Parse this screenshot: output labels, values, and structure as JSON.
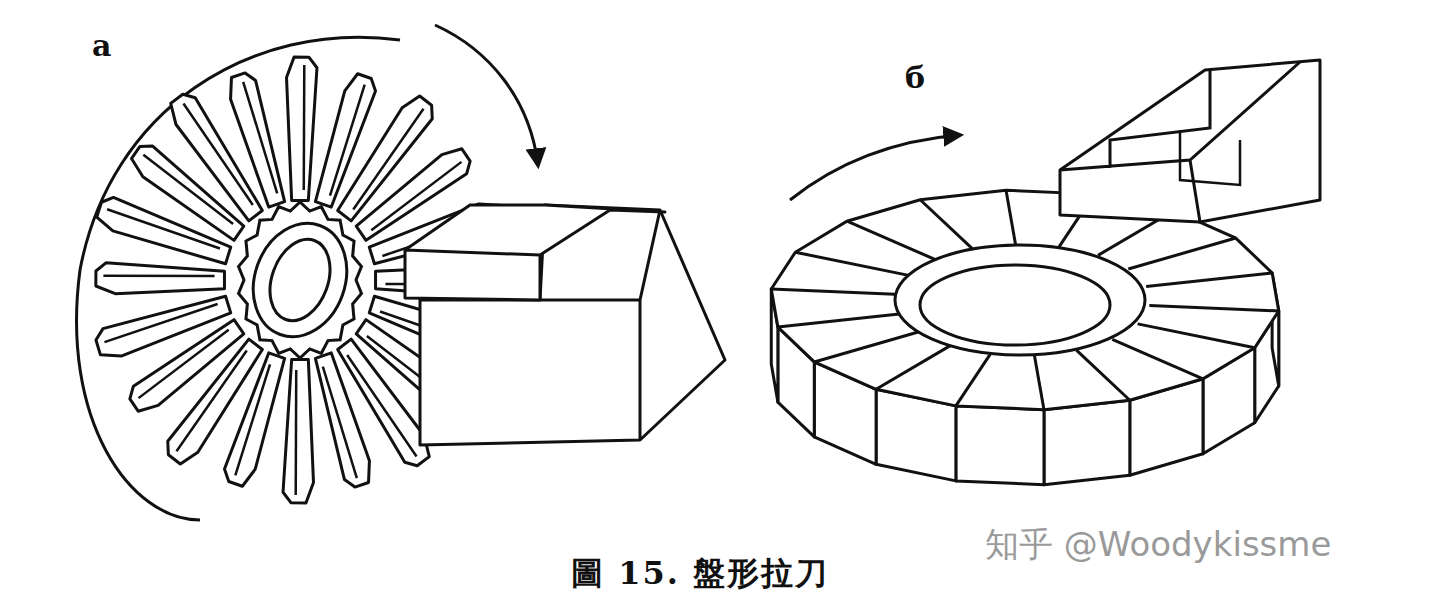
{
  "diagram": {
    "caption": "圖 15. 盤形拉刀",
    "labels": [
      "a",
      "б",
      "知乎 @Woodykissme"
    ]
  }
}
